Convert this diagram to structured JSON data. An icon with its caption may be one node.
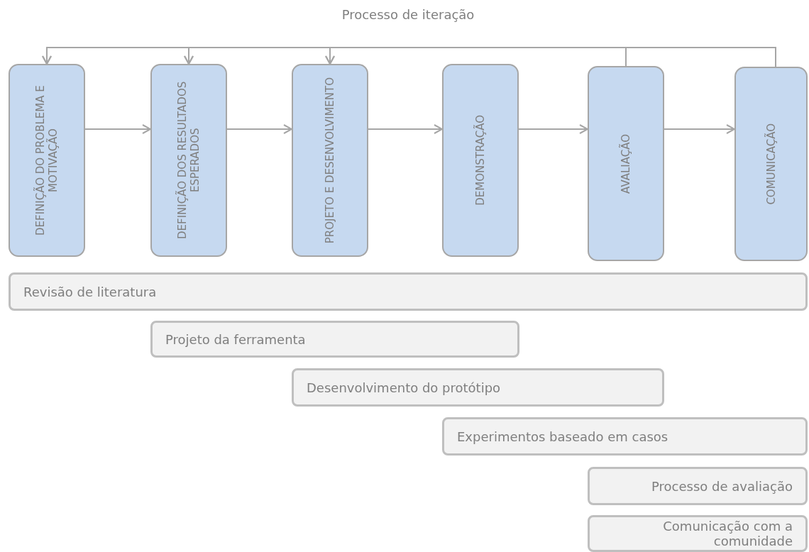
{
  "diagram": {
    "nodes": [
      {
        "text": [
          "DEFINIÇÃO DO PROBLEMA E MOTIVAÇÃO"
        ]
      },
      {
        "text": [
          "DEFINIÇÃO DOS RESULTADOS ESPERADOS"
        ]
      },
      {
        "text": [
          "PROJETO E DESENVOLVIMENTO"
        ]
      },
      {
        "text": [
          "DEMONSTRAÇÃO"
        ]
      },
      {
        "text": [
          "AVALIAÇÃO"
        ]
      },
      {
        "text": [
          "COMUNICAÇÃO"
        ]
      },
      {
        "text": [
          "Revisão de literatura"
        ]
      },
      {
        "text": [
          "Projeto da ferramenta"
        ]
      },
      {
        "text": [
          "Desenvolvimento do protótipo"
        ]
      },
      {
        "text": [
          "Experimentos baseado em casos"
        ]
      },
      {
        "text": [
          "Processo de avaliação"
        ]
      },
      {
        "text": [
          "Comunicação com a comunidade"
        ]
      }
    ],
    "edges": [
      {
        "from": 0,
        "to": 1,
        "arrow": "to"
      },
      {
        "from": 1,
        "to": 2,
        "arrow": "to"
      },
      {
        "from": 2,
        "to": 3,
        "arrow": "to"
      },
      {
        "from": 3,
        "to": 4,
        "arrow": "to"
      },
      {
        "from": 4,
        "to": 5,
        "arrow": "to"
      },
      {
        "from": 4,
        "to": 0,
        "arrow": "to"
      },
      {
        "from": 4,
        "to": 1,
        "arrow": "to"
      },
      {
        "from": 4,
        "to": 2,
        "arrow": "to"
      },
      {
        "from": 5,
        "to": 0,
        "arrow": "to"
      },
      {
        "from": 5,
        "to": 1,
        "arrow": "to"
      },
      {
        "from": 5,
        "to": 2,
        "arrow": "to"
      }
    ],
    "labels": [
      "Processo de iteração"
    ]
  }
}
